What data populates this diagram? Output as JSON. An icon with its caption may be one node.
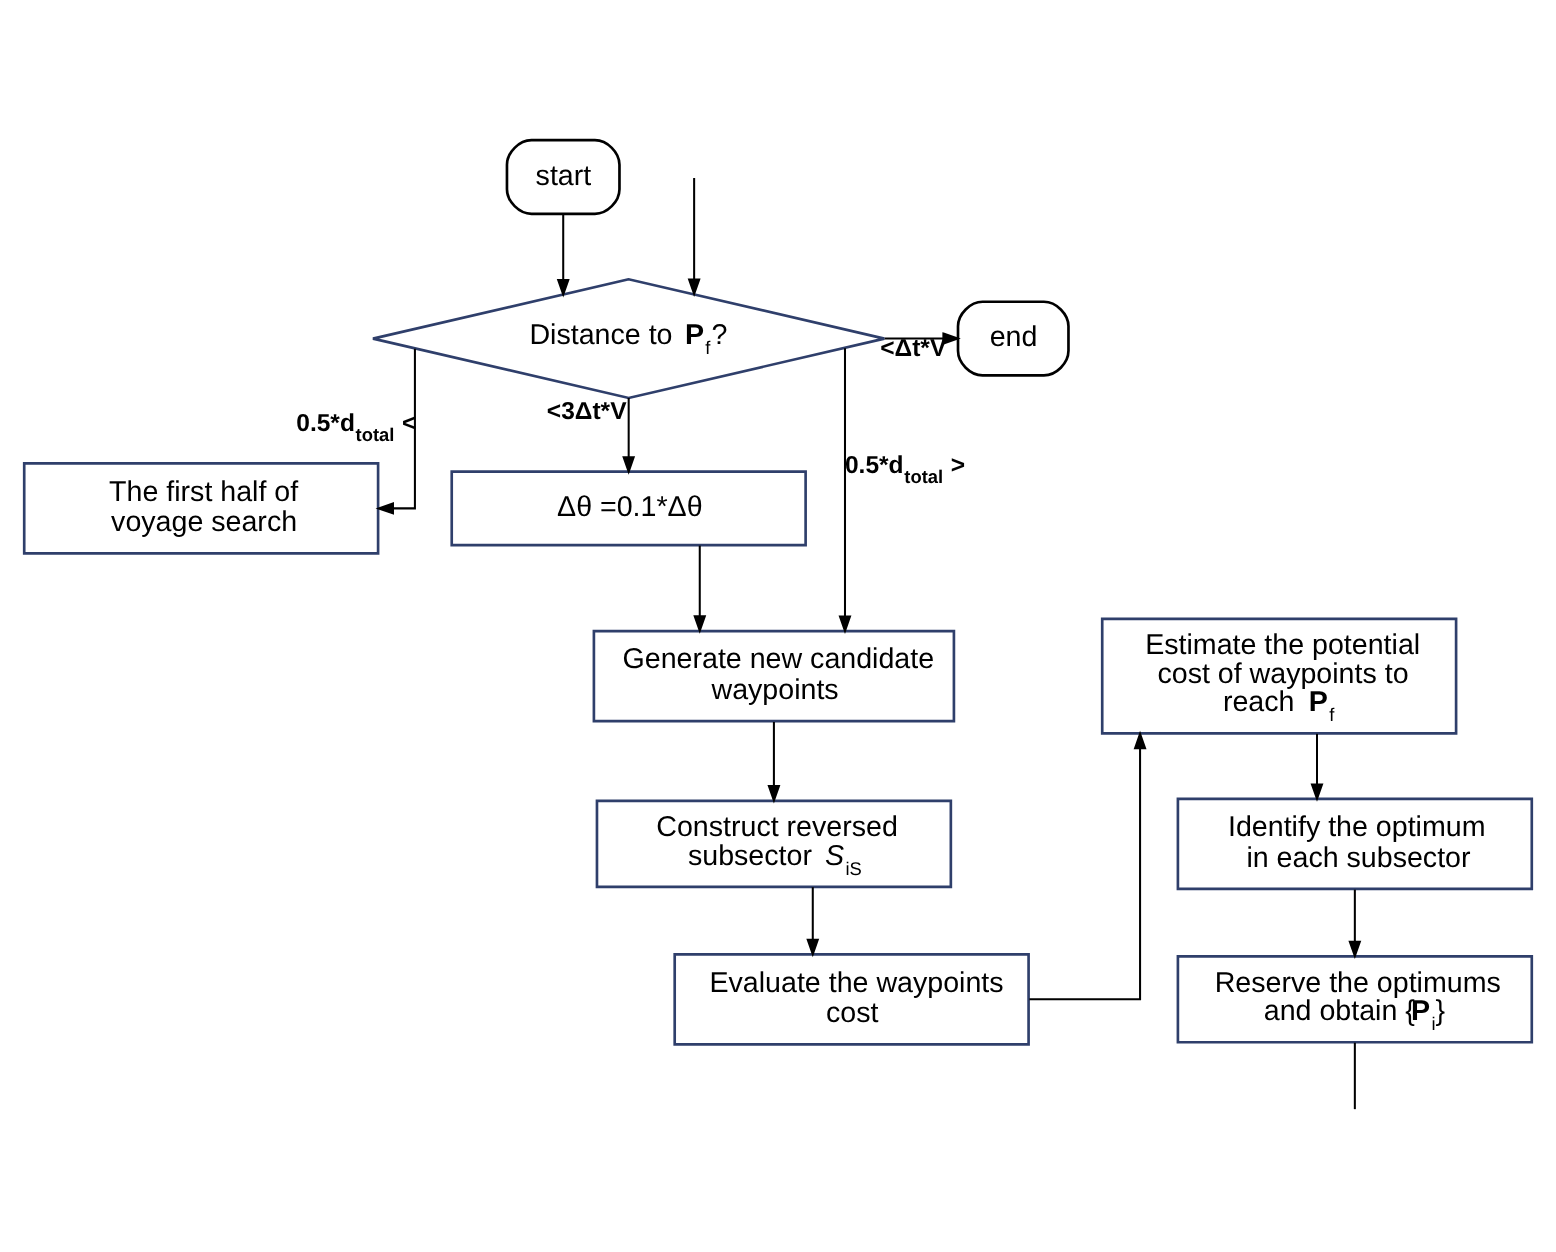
{
  "diagram": {
    "nodes": [
      {
        "text": [
          "start"
        ]
      },
      {
        "text": [
          "Distance to **P**$_{f}$?"
        ]
      },
      {
        "text": [
          "end"
        ]
      },
      {
        "text": [
          "The first half of voyage search"
        ]
      },
      {
        "text": [
          "Δθ =0.1*Δθ"
        ]
      },
      {
        "text": [
          "Generate new candidate waypoints"
        ]
      },
      {
        "text": [
          "Construct reversed subsector *S*$_{iS}$"
        ]
      },
      {
        "text": [
          "Evaluate the waypoints cost"
        ]
      },
      {
        "text": [
          "Estimate the potential cost of waypoints to reach **P**$_{f}$"
        ]
      },
      {
        "text": [
          "Identify the optimum in each subsector"
        ]
      },
      {
        "text": [
          "Reserve the optimums and obtain {**P**$_{i}$}"
        ]
      }
    ],
    "edges": [
      {
        "from": 0,
        "to": 1,
        "arrow": "to"
      },
      {
        "from": null,
        "to": 1,
        "arrow": "to"
      },
      {
        "from": 1,
        "to": 2,
        "arrow": "to",
        "label": "<Δt*V"
      },
      {
        "from": 1,
        "to": 3,
        "arrow": "to",
        "label": "0.5*d$_{total}$ <"
      },
      {
        "from": 1,
        "to": 4,
        "arrow": "to",
        "label": "<3Δt*V"
      },
      {
        "from": 1,
        "to": 5,
        "arrow": "to",
        "label": "0.5*d$_{total}$ >"
      },
      {
        "from": 4,
        "to": 5,
        "arrow": "to"
      },
      {
        "from": 5,
        "to": 6,
        "arrow": "to"
      },
      {
        "from": 6,
        "to": 7,
        "arrow": "to"
      },
      {
        "from": 7,
        "to": 8,
        "arrow": "to"
      },
      {
        "from": 8,
        "to": 9,
        "arrow": "to"
      },
      {
        "from": 9,
        "to": 10,
        "arrow": "to"
      },
      {
        "from": 10,
        "to": null,
        "arrow": "none"
      }
    ]
  }
}
